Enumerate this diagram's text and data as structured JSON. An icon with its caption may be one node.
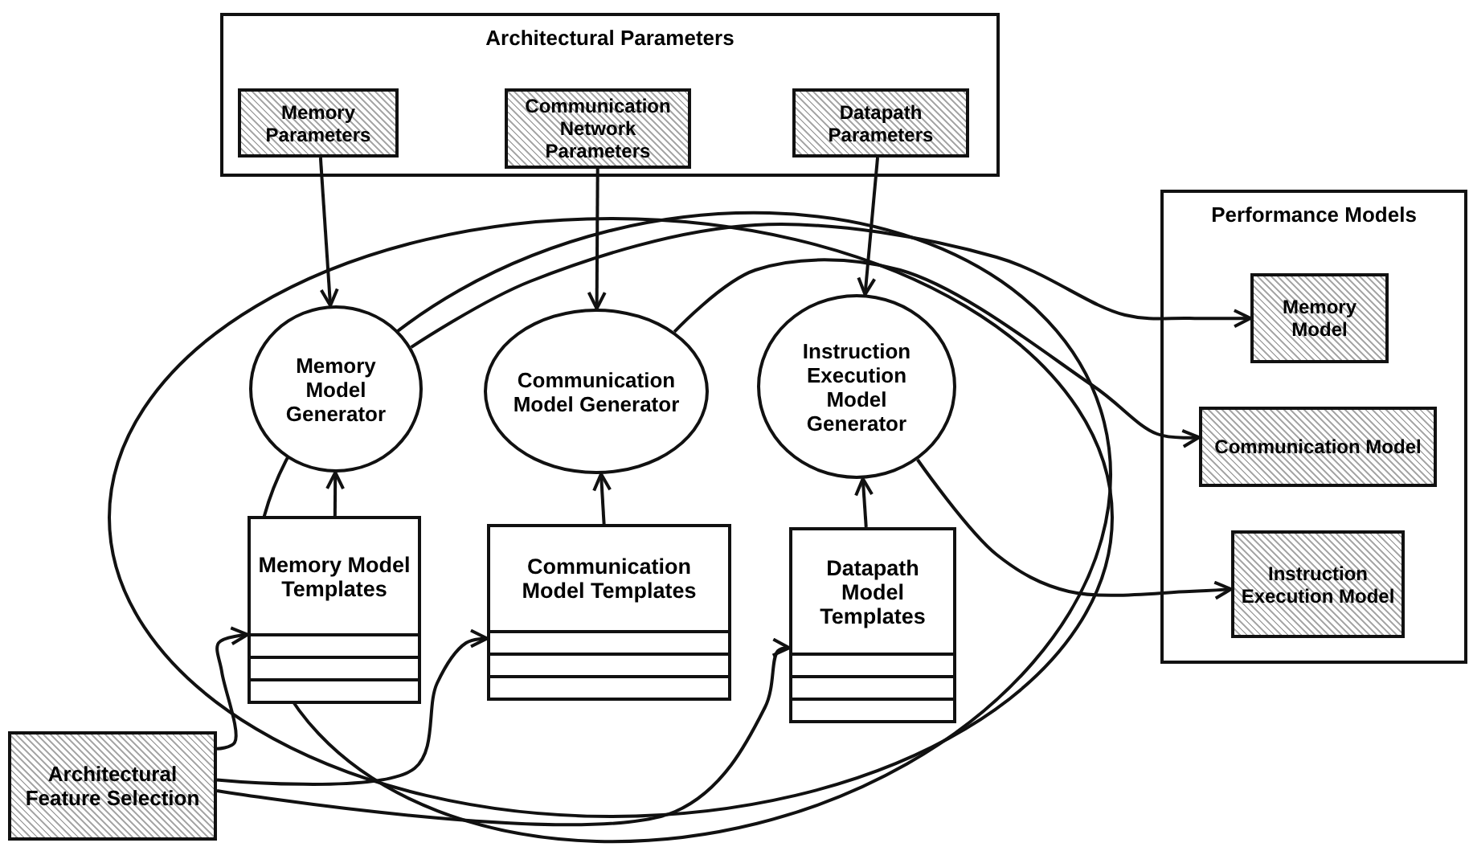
{
  "diagram": {
    "nodes": [
      {
        "text": [
          "Architectural Parameters"
        ]
      },
      {
        "text": [
          "Memory Parameters"
        ],
        "in": 0
      },
      {
        "text": [
          "Communication Network Parameters"
        ],
        "in": 0
      },
      {
        "text": [
          "Datapath Parameters"
        ],
        "in": 0
      },
      {
        "text": [
          "Memory Model Generator"
        ]
      },
      {
        "text": [
          "Communication Model Generator"
        ]
      },
      {
        "text": [
          "Instruction Execution Model Generator"
        ]
      },
      {
        "text": [
          "Memory Model Templates"
        ]
      },
      {
        "text": [
          "Communication Model Templates"
        ]
      },
      {
        "text": [
          "Datapath Model Templates"
        ]
      },
      {
        "text": [
          "Architectural Feature Selection"
        ]
      },
      {
        "text": [
          "Performance Models"
        ]
      },
      {
        "text": [
          "Memory Model"
        ],
        "in": 11
      },
      {
        "text": [
          "Communication Model"
        ],
        "in": 11
      },
      {
        "text": [
          "Instruction Execution Model"
        ],
        "in": 11
      }
    ],
    "edges": [
      {
        "from": 1,
        "to": 4,
        "arrow": "to"
      },
      {
        "from": 2,
        "to": 5,
        "arrow": "to"
      },
      {
        "from": 3,
        "to": 6,
        "arrow": "to"
      },
      {
        "from": 7,
        "to": 4,
        "arrow": "to"
      },
      {
        "from": 8,
        "to": 5,
        "arrow": "to"
      },
      {
        "from": 9,
        "to": 6,
        "arrow": "to"
      },
      {
        "from": 10,
        "to": 7,
        "arrow": "to"
      },
      {
        "from": 10,
        "to": 8,
        "arrow": "to"
      },
      {
        "from": 10,
        "to": 9,
        "arrow": "to"
      },
      {
        "from": 4,
        "to": 12,
        "arrow": "to"
      },
      {
        "from": 5,
        "to": 13,
        "arrow": "to"
      },
      {
        "from": 6,
        "to": 14,
        "arrow": "to"
      }
    ]
  }
}
